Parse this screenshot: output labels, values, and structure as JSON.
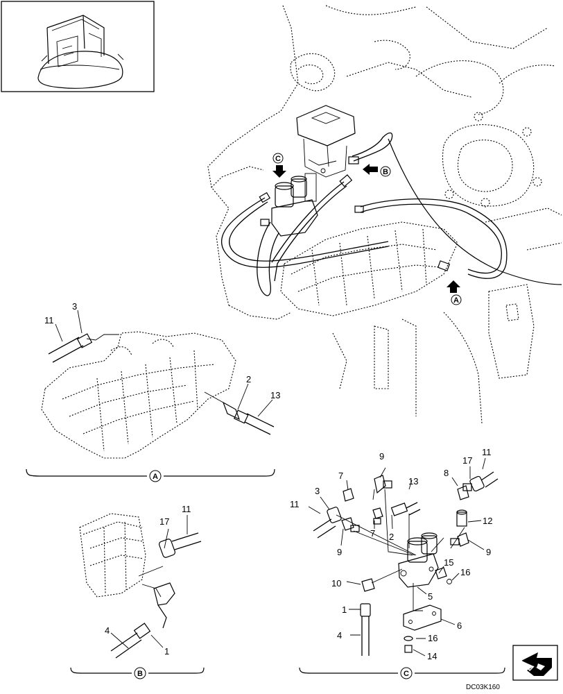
{
  "drawing_code": "DC03K160",
  "views": {
    "A": {
      "letter": "A"
    },
    "B": {
      "letter": "B"
    },
    "C": {
      "letter": "C"
    }
  },
  "callouts_a": [
    "11",
    "3",
    "2",
    "13"
  ],
  "callouts_b": [
    "17",
    "11",
    "4",
    "1"
  ],
  "callouts_c": [
    "9",
    "7",
    "13",
    "8",
    "17",
    "11",
    "11",
    "3",
    "12",
    "7",
    "2",
    "9",
    "9",
    "15",
    "16",
    "10",
    "5",
    "1",
    "6",
    "16",
    "4",
    "14"
  ],
  "icons": {
    "inset": "machine-location-icon",
    "corner": "corner-arrow-icon"
  }
}
